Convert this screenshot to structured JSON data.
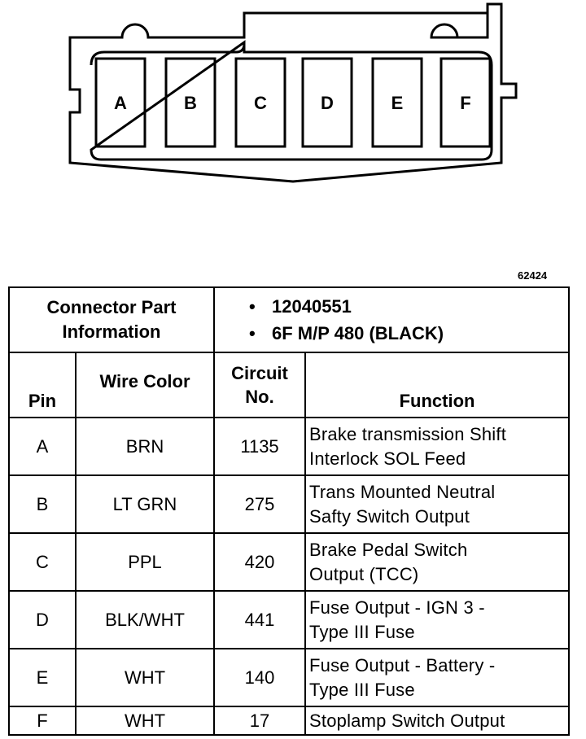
{
  "connector": {
    "pins": [
      "A",
      "B",
      "C",
      "D",
      "E",
      "F"
    ]
  },
  "figure_number": "62424",
  "table": {
    "connector_part_label_line1": "Connector Part",
    "connector_part_label_line2": "Information",
    "part_numbers": [
      "12040551",
      "6F M/P 480 (BLACK)"
    ],
    "bullet": "•",
    "headers": {
      "pin": "Pin",
      "wire_color": "Wire Color",
      "circuit_line1": "Circuit",
      "circuit_line2": "No.",
      "function": "Function"
    },
    "rows": [
      {
        "pin": "A",
        "wire_color": "BRN",
        "circuit": "1135",
        "function_line1": "Brake transmission Shift",
        "function_line2": "Interlock SOL Feed"
      },
      {
        "pin": "B",
        "wire_color": "LT GRN",
        "circuit": "275",
        "function_line1": "Trans Mounted Neutral",
        "function_line2": "Safty Switch Output"
      },
      {
        "pin": "C",
        "wire_color": "PPL",
        "circuit": "420",
        "function_line1": "Brake Pedal Switch",
        "function_line2": "Output (TCC)"
      },
      {
        "pin": "D",
        "wire_color": "BLK/WHT",
        "circuit": "441",
        "function_line1": "Fuse Output - IGN 3 -",
        "function_line2": "Type III Fuse"
      },
      {
        "pin": "E",
        "wire_color": "WHT",
        "circuit": "140",
        "function_line1": "Fuse Output - Battery -",
        "function_line2": "Type III Fuse"
      },
      {
        "pin": "F",
        "wire_color": "WHT",
        "circuit": "17",
        "function_line1": "Stoplamp Switch Output",
        "function_line2": ""
      }
    ]
  }
}
